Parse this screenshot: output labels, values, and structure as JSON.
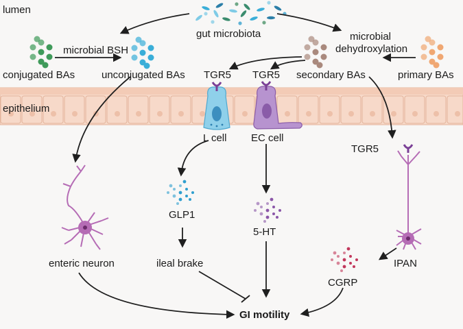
{
  "regions": {
    "lumen": "lumen",
    "epithelium": "epithelium"
  },
  "microbiota": {
    "label": "gut microbiota"
  },
  "bsh": {
    "label": "microbial BSH"
  },
  "dehydroxylation": {
    "line1": "microbial",
    "line2": "dehydroxylation"
  },
  "bile_acids": {
    "conjugated": "conjugated BAs",
    "unconjugated": "unconjugated BAs",
    "secondary": "secondary BAs",
    "primary": "primary BAs"
  },
  "receptors": {
    "tgr5_l": "TGR5",
    "tgr5_ec": "TGR5",
    "tgr5_ipan": "TGR5"
  },
  "cells": {
    "l_cell": "L cell",
    "ec_cell": "EC cell",
    "enteric_neuron": "enteric neuron",
    "ipan": "IPAN"
  },
  "mediators": {
    "glp1": "GLP1",
    "serotonin": "5-HT",
    "cgrp": "CGRP",
    "ileal_brake": "ileal brake"
  },
  "outcome": {
    "label": "GI motility"
  },
  "colors": {
    "background": "#f8f7f6",
    "epithelium": "#f7d9c9",
    "epithelium_border": "#e3b49c",
    "nucleus": "#edc0a9",
    "conjugated_dots": "#3f9a5a",
    "unconjugated_dots": "#3aaed8",
    "secondary_dots": "#a9897d",
    "primary_dots": "#f0a772",
    "l_cell": "#8fd0ea",
    "ec_cell": "#b793cf",
    "neuron": "#b56cb5",
    "glp1_dots": "#2f9fcf",
    "serotonin_dots": "#8b56a8",
    "cgrp_dots": "#c2385c",
    "arrow": "#1f1f1f"
  }
}
